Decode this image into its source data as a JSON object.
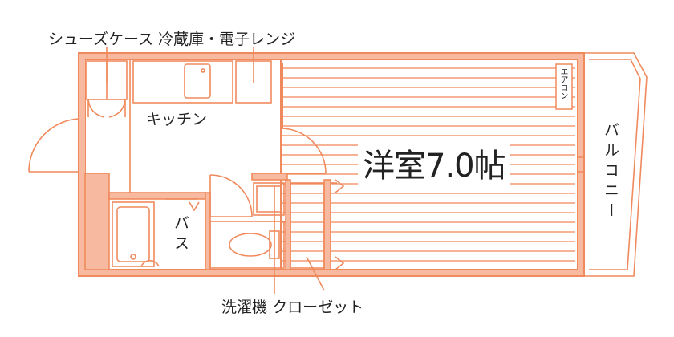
{
  "labels": {
    "top_left": "シューズケース",
    "top_right": "冷蔵庫・電子レンジ",
    "kitchen": "キッチン",
    "room": "洋室7.0帖",
    "bath": "バス",
    "balcony": "バルコニー",
    "bottom_left": "洗濯機",
    "bottom_right": "クローゼット",
    "aircon": "エアコン"
  },
  "colors": {
    "wall": "#f08a5d",
    "wall_fill": "#f7b9a0",
    "line": "#f08a5d",
    "text": "#222222"
  }
}
